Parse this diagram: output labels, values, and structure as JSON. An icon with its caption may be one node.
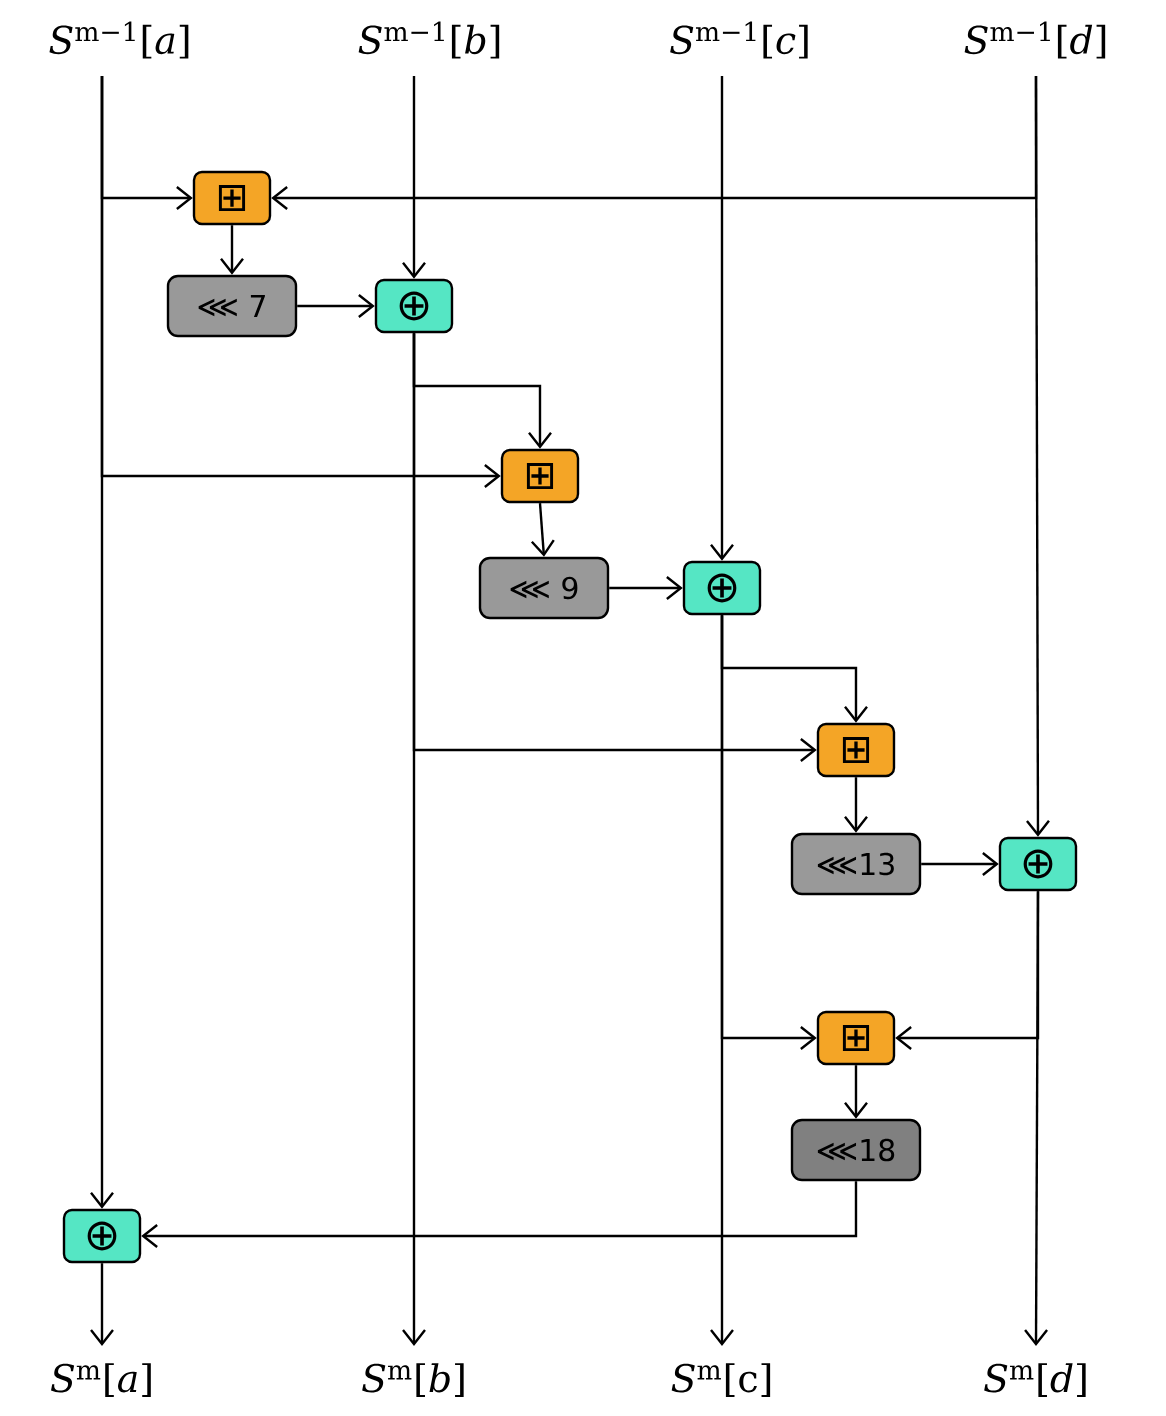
{
  "diagram": {
    "nodes": [
      {
        "text": [
          "*S*$^{m−1}$[*a*]"
        ]
      },
      {
        "text": [
          "*S*$^{m−1}$[*b*]"
        ]
      },
      {
        "text": [
          "*S*$^{m−1}$[*c*]"
        ]
      },
      {
        "text": [
          "*S*$^{m−1}$[*d*]"
        ]
      },
      {
        "text": [
          "⊞"
        ]
      },
      {
        "text": [
          "⋘ 7"
        ]
      },
      {
        "text": [
          "⊕"
        ]
      },
      {
        "text": [
          "⊞"
        ]
      },
      {
        "text": [
          "⋘ 9"
        ]
      },
      {
        "text": [
          "⊕"
        ]
      },
      {
        "text": [
          "⊞"
        ]
      },
      {
        "text": [
          "⋘13"
        ]
      },
      {
        "text": [
          "⊕"
        ]
      },
      {
        "text": [
          "⊞"
        ]
      },
      {
        "text": [
          "⋘18"
        ]
      },
      {
        "text": [
          "⊕"
        ]
      },
      {
        "text": [
          "*S*$^{m}$[*a*]"
        ]
      },
      {
        "text": [
          "*S*$^{m}$[*b*]"
        ]
      },
      {
        "text": [
          "*S*$^{m}$[c]"
        ]
      },
      {
        "text": [
          "*S*$^{m}$[*d*]"
        ]
      }
    ],
    "edges": [
      {
        "from": 0,
        "to": 4,
        "arrow": "to"
      },
      {
        "from": 3,
        "to": 4,
        "arrow": "to"
      },
      {
        "from": 4,
        "to": 5,
        "arrow": "to"
      },
      {
        "from": 5,
        "to": 6,
        "arrow": "to"
      },
      {
        "from": 1,
        "to": 6,
        "arrow": "to"
      },
      {
        "from": 6,
        "to": 7,
        "arrow": "to"
      },
      {
        "from": 0,
        "to": 7,
        "arrow": "to"
      },
      {
        "from": 7,
        "to": 8,
        "arrow": "to"
      },
      {
        "from": 8,
        "to": 9,
        "arrow": "to"
      },
      {
        "from": 2,
        "to": 9,
        "arrow": "to"
      },
      {
        "from": 9,
        "to": 10,
        "arrow": "to"
      },
      {
        "from": 6,
        "to": 10,
        "arrow": "to"
      },
      {
        "from": 10,
        "to": 11,
        "arrow": "to"
      },
      {
        "from": 11,
        "to": 12,
        "arrow": "to"
      },
      {
        "from": 3,
        "to": 12,
        "arrow": "to"
      },
      {
        "from": 9,
        "to": 13,
        "arrow": "to"
      },
      {
        "from": 12,
        "to": 13,
        "arrow": "to"
      },
      {
        "from": 13,
        "to": 14,
        "arrow": "to"
      },
      {
        "from": 14,
        "to": 15,
        "arrow": "to"
      },
      {
        "from": 0,
        "to": 15,
        "arrow": "to"
      },
      {
        "from": 15,
        "to": 16,
        "arrow": "to"
      },
      {
        "from": 6,
        "to": 17,
        "arrow": "to"
      },
      {
        "from": 9,
        "to": 18,
        "arrow": "to"
      },
      {
        "from": 12,
        "to": 19,
        "arrow": "to"
      }
    ]
  }
}
